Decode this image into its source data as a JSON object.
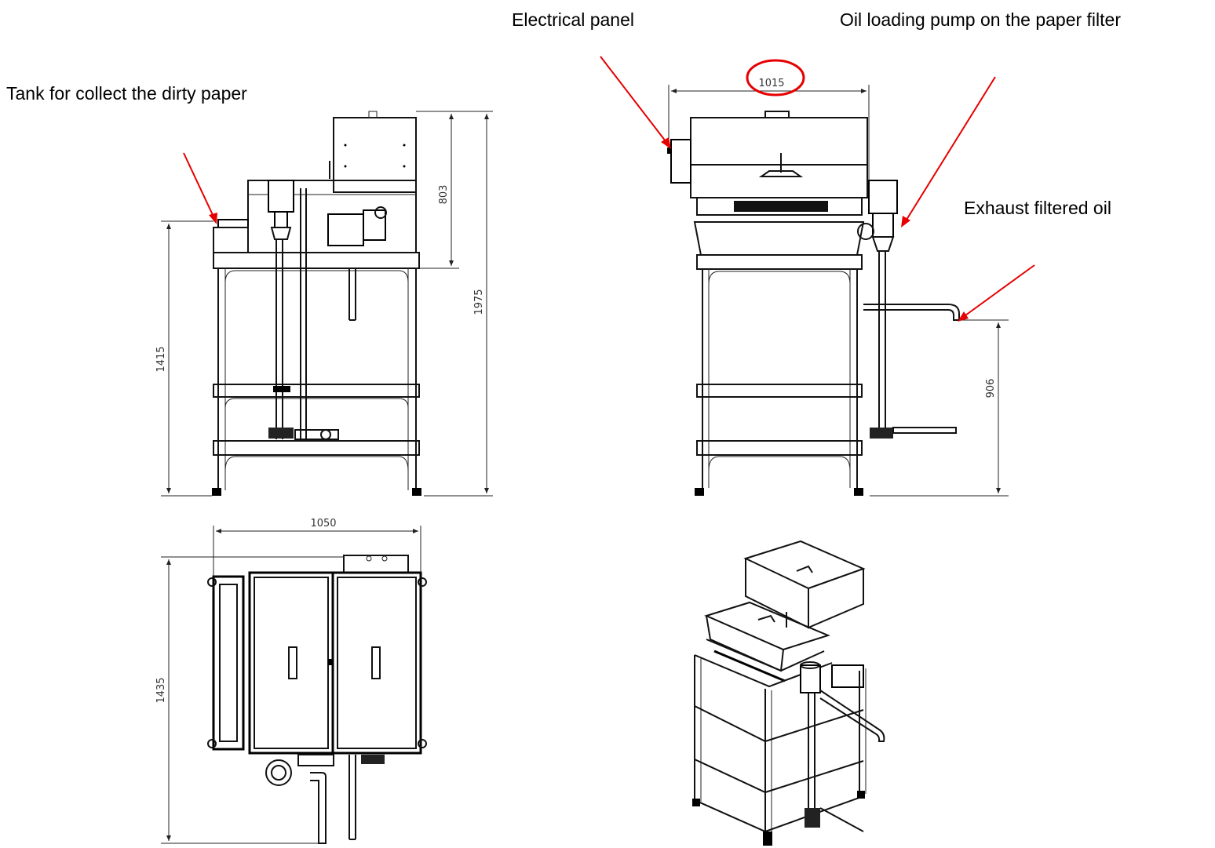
{
  "callouts": {
    "tank": "Tank for collect the dirty paper",
    "panel": "Electrical panel",
    "pump": "Oil loading pump on the paper filter",
    "exhaust": "Exhaust filtered oil"
  },
  "dimensions": {
    "height_upper": "803",
    "height_total": "1975",
    "height_table": "1415",
    "width_front": "1015",
    "exhaust_height": "906",
    "width_top": "1050",
    "depth_top": "1435"
  },
  "colors": {
    "arrow": "#e60000",
    "line": "#000000"
  }
}
